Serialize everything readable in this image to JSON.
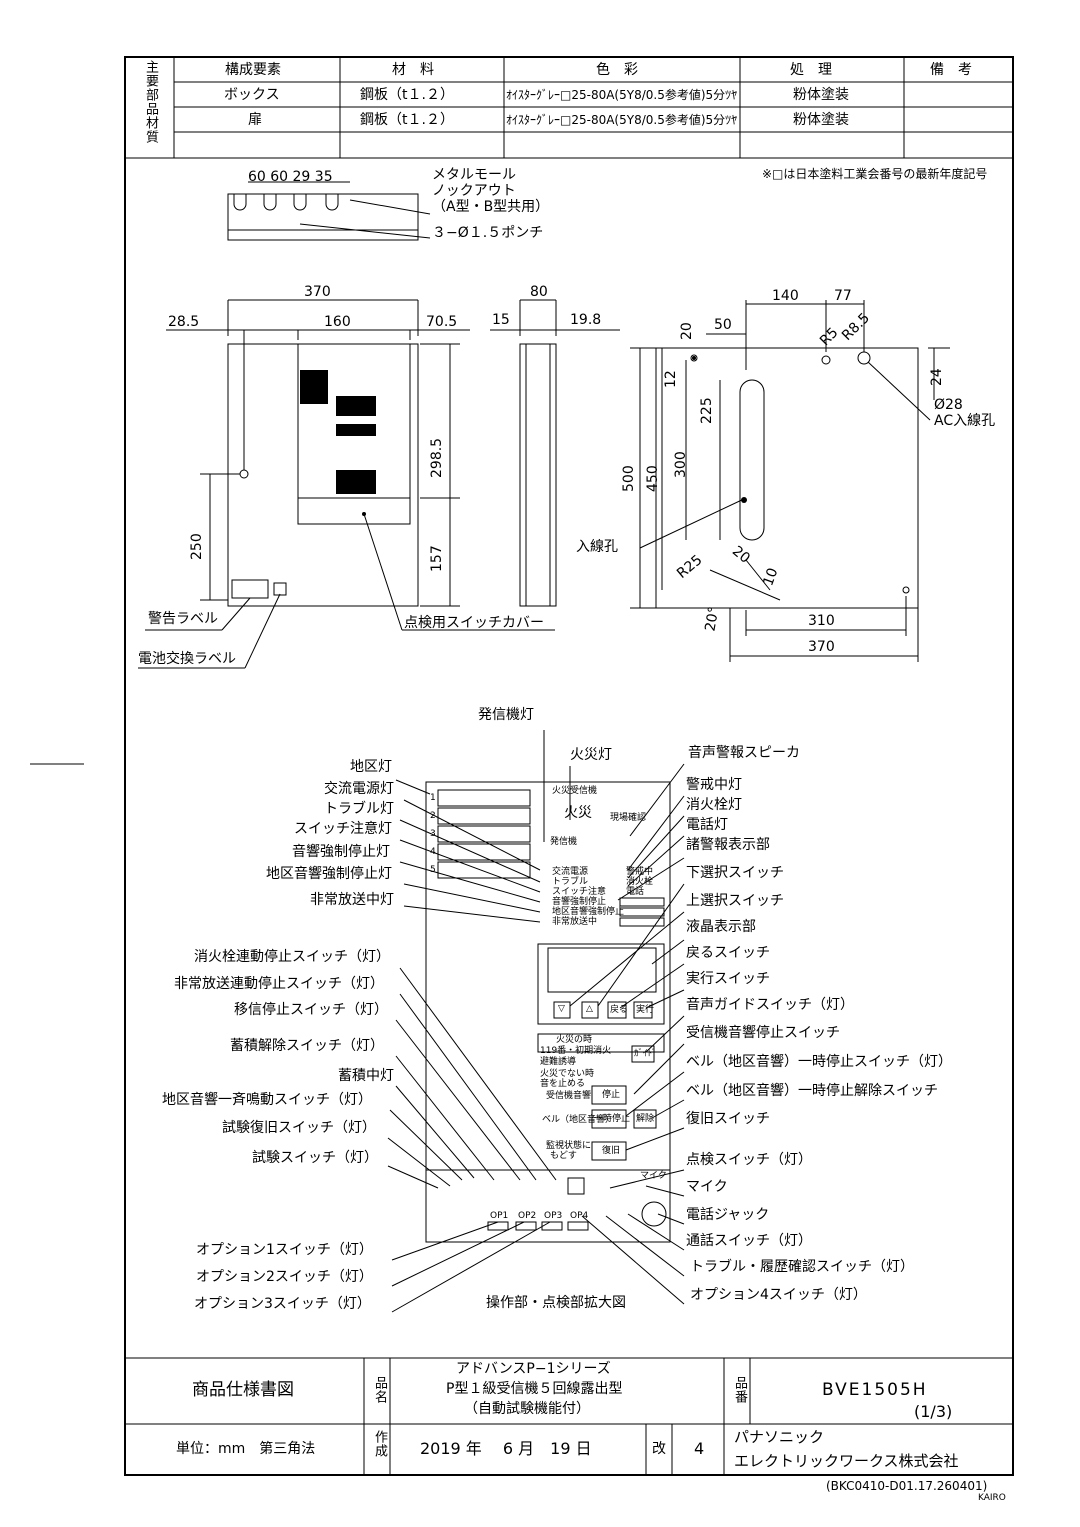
{
  "material_table": {
    "side_label": "主要部品材質",
    "headers": [
      "構成要素",
      "材　料",
      "色　彩",
      "処　理",
      "備　考"
    ],
    "rows": [
      [
        "ボックス",
        "鋼板（t１.２）",
        "ｵｲｽﾀｰｸﾞﾚｰ□25-80A(5Y8/0.5参考値)5分ﾂﾔ",
        "粉体塗装",
        ""
      ],
      [
        "扉",
        "鋼板（t１.２）",
        "ｵｲｽﾀｰｸﾞﾚｰ□25-80A(5Y8/0.5参考値)5分ﾂﾔ",
        "粉体塗装",
        ""
      ]
    ],
    "note": "※□は日本塗料工業会番号の最新年度記号"
  },
  "top_view": {
    "dims": "60 60 29  35",
    "knockout_label": [
      "メタルモール",
      "ノックアウト",
      "（A型・B型共用）"
    ],
    "punch_label": "３−Ø１.５ポンチ"
  },
  "front_view": {
    "width": "370",
    "left": "28.5",
    "center": "160",
    "right": "70.5",
    "h1": "298.5",
    "h2": "157",
    "h3": "250",
    "warning_label": "警告ラベル",
    "battery_label": "電池交換ラベル",
    "cover_label": "点検用スイッチカバー"
  },
  "side_view": {
    "depth": "80",
    "d1": "15",
    "d2": "19.8"
  },
  "back_view": {
    "d140": "140",
    "d77": "77",
    "d50": "50",
    "d20": "20",
    "r5": "R5",
    "r85": "R8.5",
    "d12": "12",
    "d225": "225",
    "d300": "300",
    "d450": "450",
    "d500": "500",
    "d24": "24",
    "hole": "Ø28",
    "ac_label": "AC入線孔",
    "entry_label": "入線孔",
    "r25": "R25",
    "d20b": "20",
    "d10": "10",
    "angle": "20°",
    "d310": "310",
    "d370": "370"
  },
  "panel": {
    "title_small": "火災受信機",
    "fire": "火災",
    "field_confirm": "現場確認",
    "sender": "発信機",
    "lamps": [
      "交流電源",
      "トラブル",
      "スイッチ注意",
      "音響強制停止",
      "地区音響強制停止",
      "非常放送中"
    ],
    "right_lamps": [
      "警戒中",
      "消火栓",
      "電話"
    ],
    "zones": [
      "1",
      "2",
      "3",
      "4",
      "5"
    ],
    "fire_box": [
      "火災の時",
      "119番・初期消火",
      "避難誘導"
    ],
    "non_fire": "火災でない時",
    "stop_sound": "音を止める",
    "stop_section": "受信機音響",
    "bell_section": "ベル（地区音響）",
    "return_monitor": [
      "監視状態に",
      "もどす"
    ],
    "btn_stop": "停止",
    "btn_temp_stop": "一時停止",
    "btn_release": "解除",
    "btn_reset": "復旧",
    "btn_back": "戻る",
    "btn_exec": "実行",
    "btn_guide": "ｶﾞｲﾄﾞ",
    "mic_label": "マイク",
    "options": [
      "OP1",
      "OP2",
      "OP3",
      "OP4"
    ]
  },
  "callouts_left": [
    "発信機灯",
    "地区灯",
    "交流電源灯",
    "トラブル灯",
    "スイッチ注意灯",
    "音響強制停止灯",
    "地区音響強制停止灯",
    "非常放送中灯",
    "消火栓連動停止スイッチ（灯）",
    "非常放送連動停止スイッチ（灯）",
    "移信停止スイッチ（灯）",
    "蓄積解除スイッチ（灯）",
    "蓄積中灯",
    "地区音響一斉鳴動スイッチ（灯）",
    "試験復旧スイッチ（灯）",
    "試験スイッチ（灯）",
    "オプション1スイッチ（灯）",
    "オプション2スイッチ（灯）",
    "オプション3スイッチ（灯）"
  ],
  "callouts_right": [
    "火災灯",
    "音声警報スピーカ",
    "警戒中灯",
    "消火栓灯",
    "電話灯",
    "諸警報表示部",
    "下選択スイッチ",
    "上選択スイッチ",
    "液晶表示部",
    "戻るスイッチ",
    "実行スイッチ",
    "音声ガイドスイッチ（灯）",
    "受信機音響停止スイッチ",
    "ベル（地区音響）一時停止スイッチ（灯）",
    "ベル（地区音響）一時停止解除スイッチ",
    "復旧スイッチ",
    "点検スイッチ（灯）",
    "マイク",
    "電話ジャック",
    "通話スイッチ（灯）",
    "トラブル・履歴確認スイッチ（灯）",
    "オプション4スイッチ（灯）"
  ],
  "enlarged_caption": "操作部・点検部拡大図",
  "title_block": {
    "doc_type": "商品仕様書図",
    "name_label": "品名",
    "name_lines": [
      "アドバンスP−1シリーズ",
      "P型１級受信機５回線露出型",
      "（自動試験機能付）"
    ],
    "number_label": "品番",
    "number": "BVE1505H",
    "sheet": "(1/3)",
    "unit": "単位：mm　第三角法",
    "date_label": "作成",
    "date": "2019 年　 6 月　19 日",
    "rev_label": "改",
    "rev": "4",
    "company": [
      "パナソニック",
      "エレクトリックワークス株式会社"
    ]
  },
  "footer": {
    "code": "(BKC0410-D01.17.260401)",
    "kairo": "KAIRO"
  }
}
